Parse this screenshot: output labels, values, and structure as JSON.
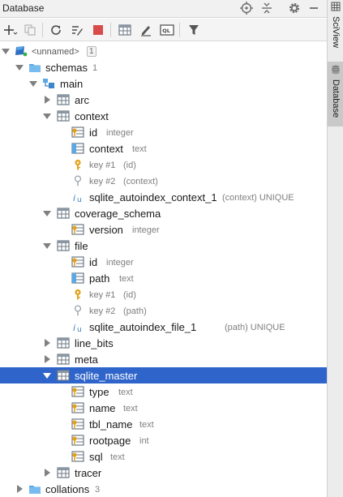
{
  "panel": {
    "title": "Database"
  },
  "side_tabs": [
    {
      "label": "SciView",
      "icon": "grid-icon",
      "active": false
    },
    {
      "label": "Database",
      "icon": "database-icon",
      "active": true
    }
  ],
  "toolbar": {
    "buttons": [
      "add",
      "duplicate",
      "refresh",
      "properties",
      "stop",
      "table-view",
      "edit",
      "sql-console",
      "filter"
    ]
  },
  "colors": {
    "selection": "#2f65ca",
    "folder": "#5aa9e6",
    "key": "#e4a11b",
    "stop": "#d94b4b"
  },
  "tree": {
    "root_label": "<unnamed>",
    "root_badge": "1",
    "schemas_label": "schemas",
    "schemas_count": "1",
    "main_label": "main",
    "tables": {
      "arc": "arc",
      "context": {
        "label": "context",
        "id": "id",
        "id_type": "integer",
        "context": "context",
        "context_type": "text",
        "key1": "key #1",
        "key1_detail": "(id)",
        "key2": "key #2",
        "key2_detail": "(context)",
        "index": "sqlite_autoindex_context_1",
        "index_detail": "(context) UNIQUE"
      },
      "coverage_schema": {
        "label": "coverage_schema",
        "version": "version",
        "version_type": "integer"
      },
      "file": {
        "label": "file",
        "id": "id",
        "id_type": "integer",
        "path": "path",
        "path_type": "text",
        "key1": "key #1",
        "key1_detail": "(id)",
        "key2": "key #2",
        "key2_detail": "(path)",
        "index": "sqlite_autoindex_file_1",
        "index_detail": "(path) UNIQUE"
      },
      "line_bits": "line_bits",
      "meta": "meta",
      "sqlite_master": {
        "label": "sqlite_master",
        "type": "type",
        "type_type": "text",
        "name": "name",
        "name_type": "text",
        "tbl_name": "tbl_name",
        "tbl_name_type": "text",
        "rootpage": "rootpage",
        "rootpage_type": "int",
        "sql": "sql",
        "sql_type": "text"
      },
      "tracer": "tracer"
    },
    "collations_label": "collations",
    "collations_count": "3"
  }
}
